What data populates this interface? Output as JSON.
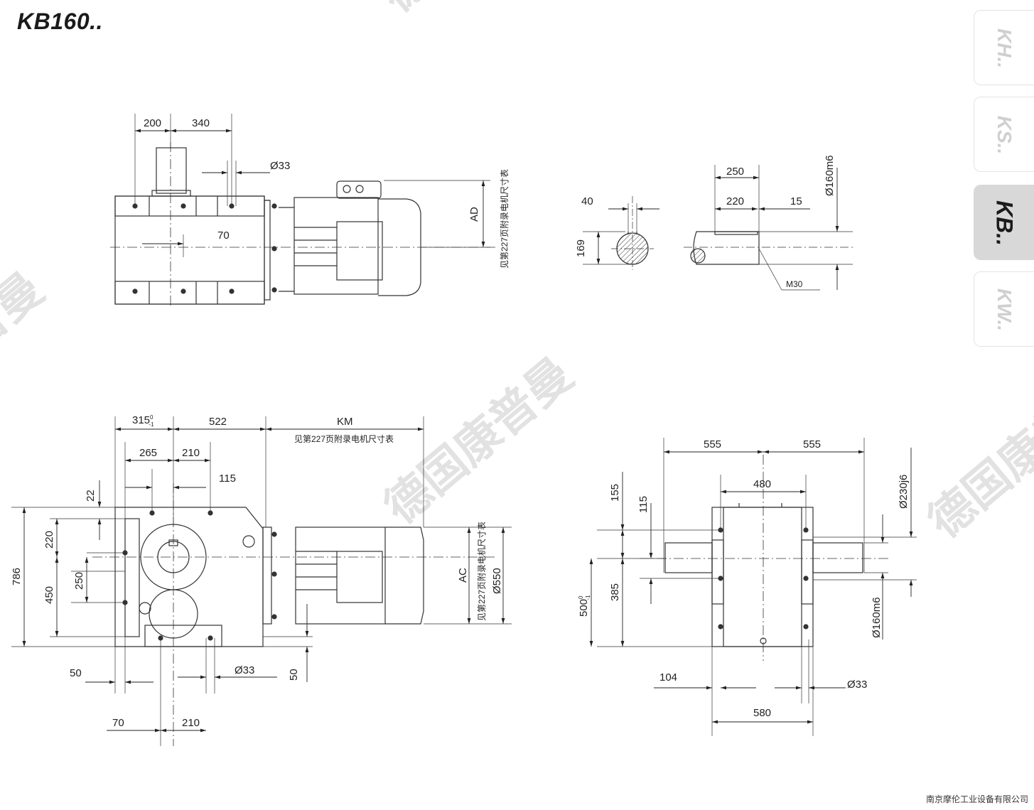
{
  "header": {
    "title": "KB160.."
  },
  "side_tabs": [
    {
      "label": "KH..",
      "active": false
    },
    {
      "label": "KS..",
      "active": false
    },
    {
      "label": "KB..",
      "active": true
    },
    {
      "label": "KW..",
      "active": false
    }
  ],
  "watermark": {
    "text": "德国康普曼"
  },
  "footer": {
    "company": "南京摩伦工业设备有限公司"
  },
  "view_top_left": {
    "dims": {
      "a": "200",
      "b": "340",
      "hole": "Ø33",
      "offset": "70",
      "ad": "AD"
    },
    "motor_note": "见第227页附录电机尺寸表"
  },
  "view_shaft_section": {
    "dims": {
      "width": "40",
      "height": "169"
    }
  },
  "view_shaft_side": {
    "dims": {
      "len": "250",
      "key": "220",
      "end": "15",
      "dia": "Ø160m6",
      "thread": "M30"
    }
  },
  "view_bottom_left": {
    "dims": {
      "a": "315",
      "a_tol_upper": "0",
      "a_tol_lower": "-1",
      "b": "522",
      "km": "KM",
      "c": "265",
      "d": "210",
      "e": "115",
      "f": "22",
      "g": "220",
      "h": "786",
      "i": "450",
      "j": "250",
      "k": "50",
      "hole": "Ø33",
      "l": "50",
      "m": "70",
      "n": "210",
      "ac": "AC",
      "dia": "Ø550"
    },
    "km_note": "见第227页附录电机尺寸表",
    "ac_note": "见第227页附录电机尺寸表"
  },
  "view_bottom_right": {
    "dims": {
      "left": "555",
      "right": "555",
      "inner": "480",
      "a": "155",
      "b": "115",
      "c": "385",
      "h": "500",
      "h_tol_upper": "0",
      "h_tol_lower": "-1",
      "flange": "Ø230j6",
      "shaft": "Ø160m6",
      "d": "104",
      "hole": "Ø33",
      "base": "580"
    }
  }
}
